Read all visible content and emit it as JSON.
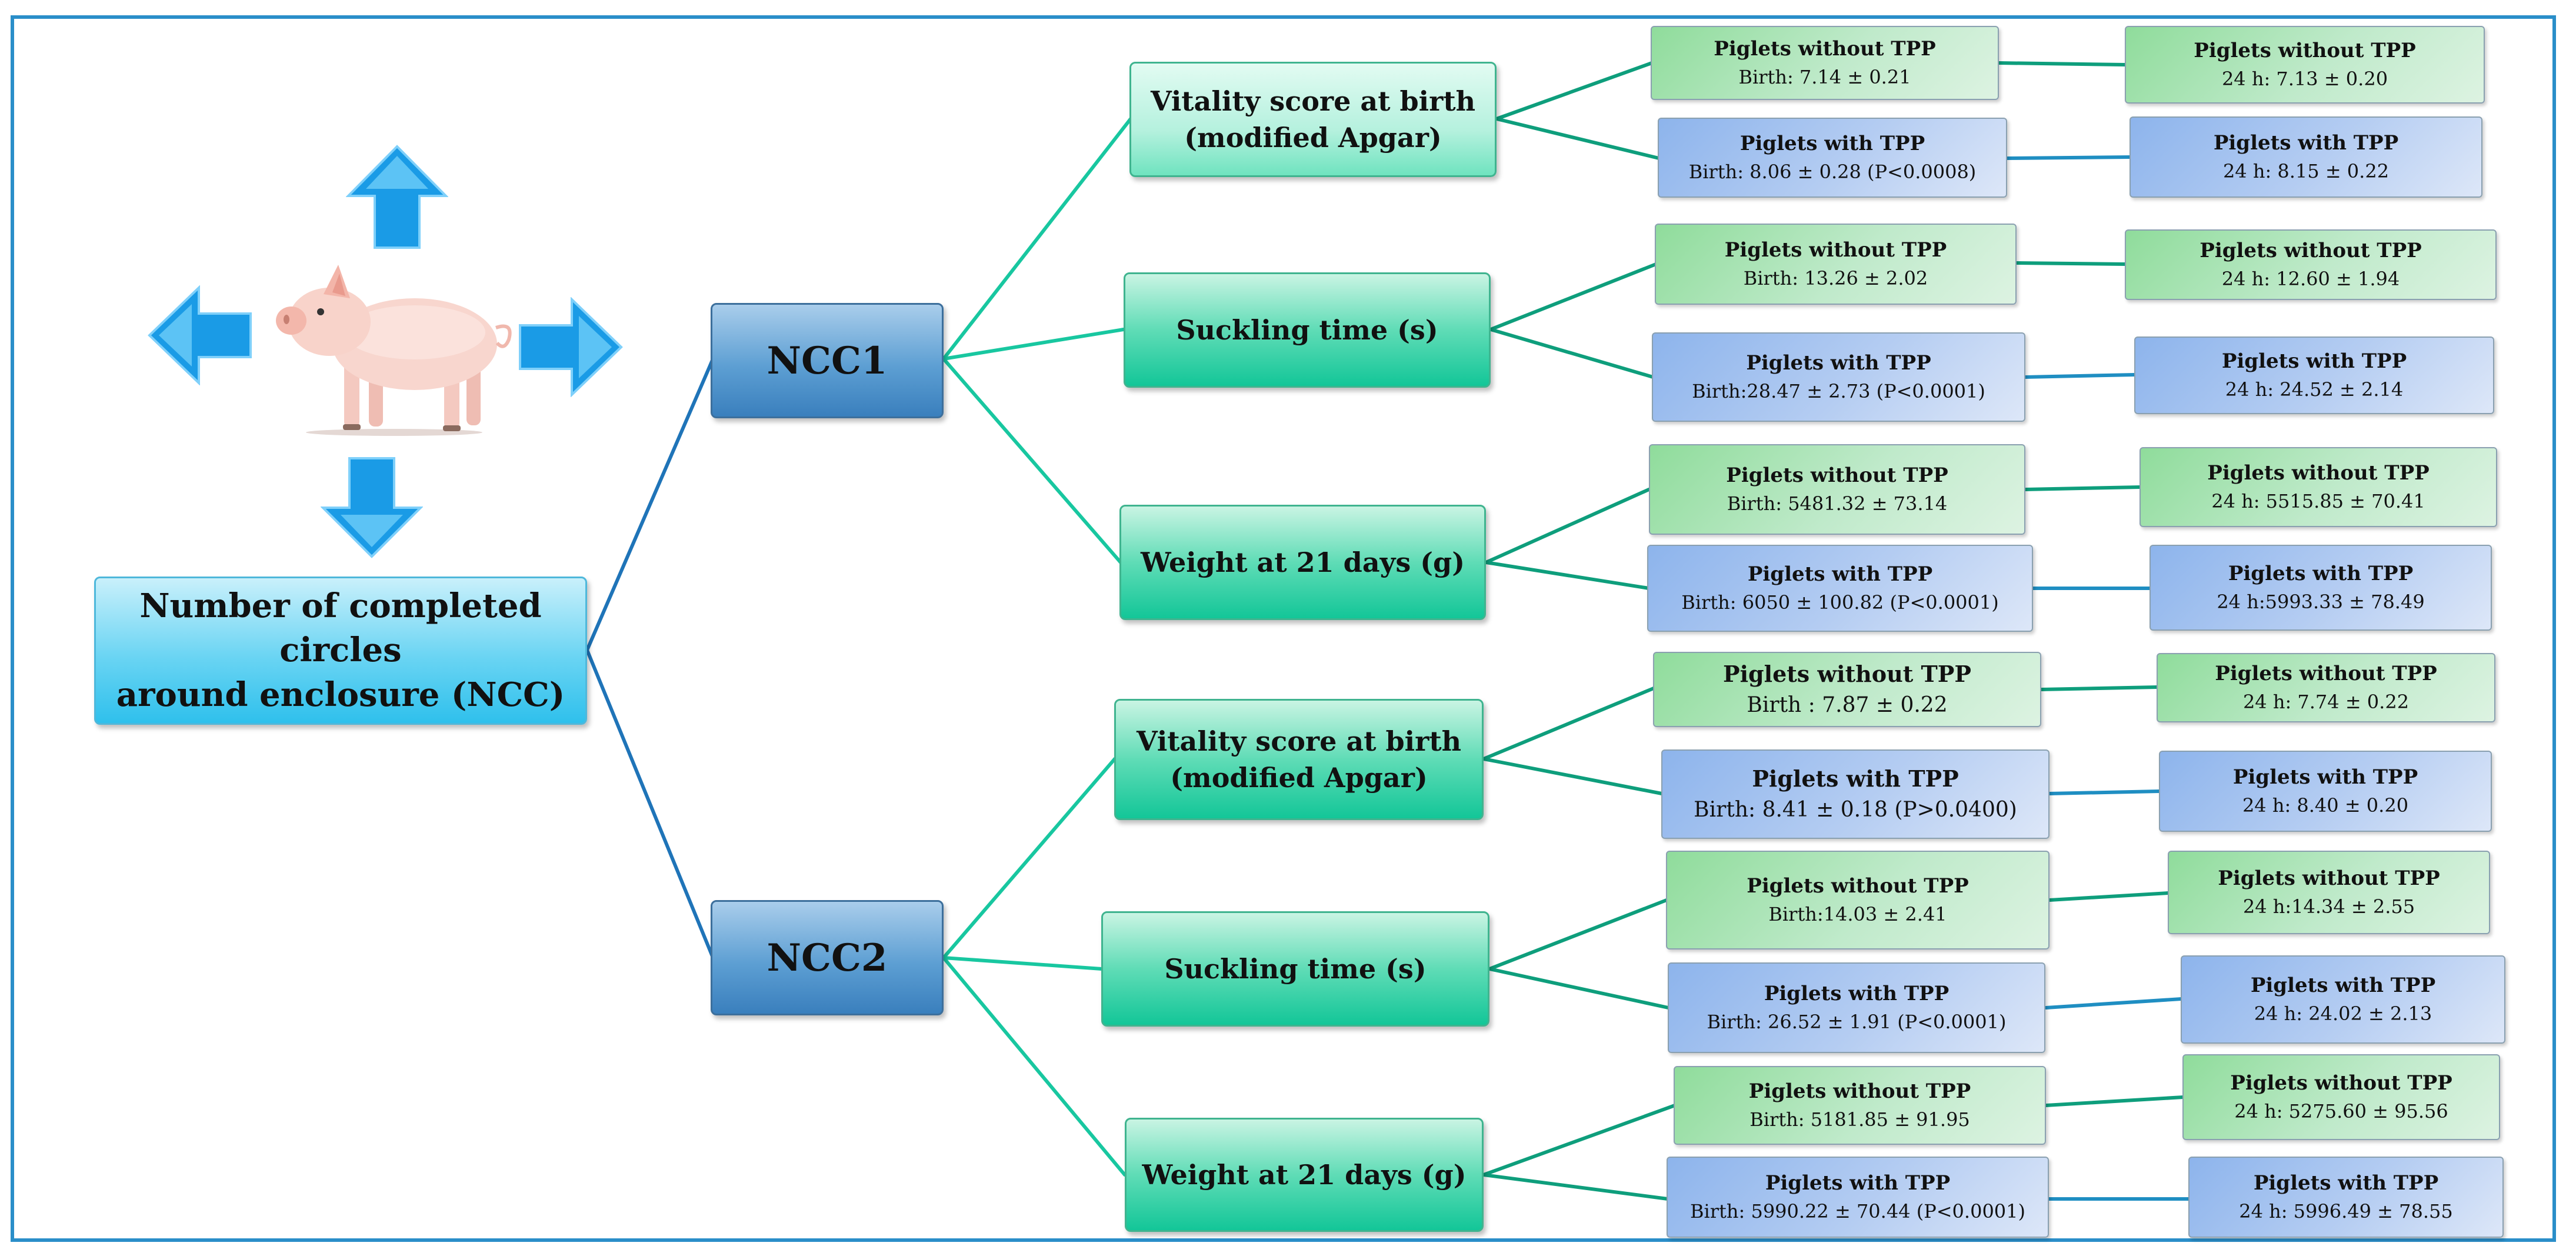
{
  "colors": {
    "frame": "#2a8ec9",
    "teal_link": "#18c7a0",
    "blue_link": "#1f74b8",
    "arrow": "#1a9be6"
  },
  "illustration": {
    "animal": "pig-icon",
    "arrows": [
      "arrow-up-icon",
      "arrow-right-icon",
      "arrow-down-icon",
      "arrow-left-icon"
    ]
  },
  "root": {
    "line1": "Number of completed circles",
    "line2": "around enclosure (NCC)"
  },
  "ncc1": {
    "label": "NCC1",
    "vitality": {
      "line1": "Vitality score at birth",
      "line2": "(modified Apgar)",
      "without": {
        "title": "Piglets without TPP",
        "birth": "Birth: 7.14 ± 0.21",
        "h24": "24 h: 7.13 ± 0.20"
      },
      "with": {
        "title": "Piglets with TPP",
        "birth": "Birth: 8.06 ± 0.28 (P<0.0008)",
        "h24": "24 h: 8.15 ± 0.22"
      }
    },
    "suckling": {
      "label": "Suckling time (s)",
      "without": {
        "title": "Piglets without TPP",
        "birth": "Birth: 13.26 ± 2.02",
        "h24": "24 h: 12.60 ± 1.94"
      },
      "with": {
        "title": "Piglets with TPP",
        "birth": "Birth:28.47 ± 2.73 (P<0.0001)",
        "h24": "24 h: 24.52 ± 2.14"
      }
    },
    "weight": {
      "label": "Weight at 21 days (g)",
      "without": {
        "title": "Piglets without TPP",
        "birth": "Birth: 5481.32 ± 73.14",
        "h24": "24 h: 5515.85 ± 70.41"
      },
      "with": {
        "title": "Piglets with TPP",
        "birth": "Birth: 6050 ± 100.82 (P<0.0001)",
        "h24": "24 h:5993.33 ± 78.49"
      }
    }
  },
  "ncc2": {
    "label": "NCC2",
    "vitality": {
      "line1": "Vitality score at birth",
      "line2": "(modified Apgar)",
      "without": {
        "title": "Piglets without TPP",
        "birth": "Birth : 7.87 ± 0.22",
        "h24": "24 h: 7.74 ± 0.22"
      },
      "with": {
        "title": "Piglets with TPP",
        "birth": "Birth: 8.41 ± 0.18 (P>0.0400)",
        "h24": "24 h: 8.40 ± 0.20"
      }
    },
    "suckling": {
      "label": "Suckling time (s)",
      "without": {
        "title": "Piglets without TPP",
        "birth": "Birth:14.03 ± 2.41",
        "h24": "24 h:14.34 ± 2.55"
      },
      "with": {
        "title": "Piglets with TPP",
        "birth": "Birth: 26.52 ± 1.91 (P<0.0001)",
        "h24": "24 h: 24.02 ± 2.13"
      }
    },
    "weight": {
      "label": "Weight at 21 days (g)",
      "without": {
        "title": "Piglets without TPP",
        "birth": "Birth: 5181.85 ± 91.95",
        "h24": "24 h: 5275.60 ± 95.56"
      },
      "with": {
        "title": "Piglets with TPP",
        "birth": "Birth: 5990.22 ± 70.44 (P<0.0001)",
        "h24": "24 h: 5996.49 ± 78.55"
      }
    }
  }
}
